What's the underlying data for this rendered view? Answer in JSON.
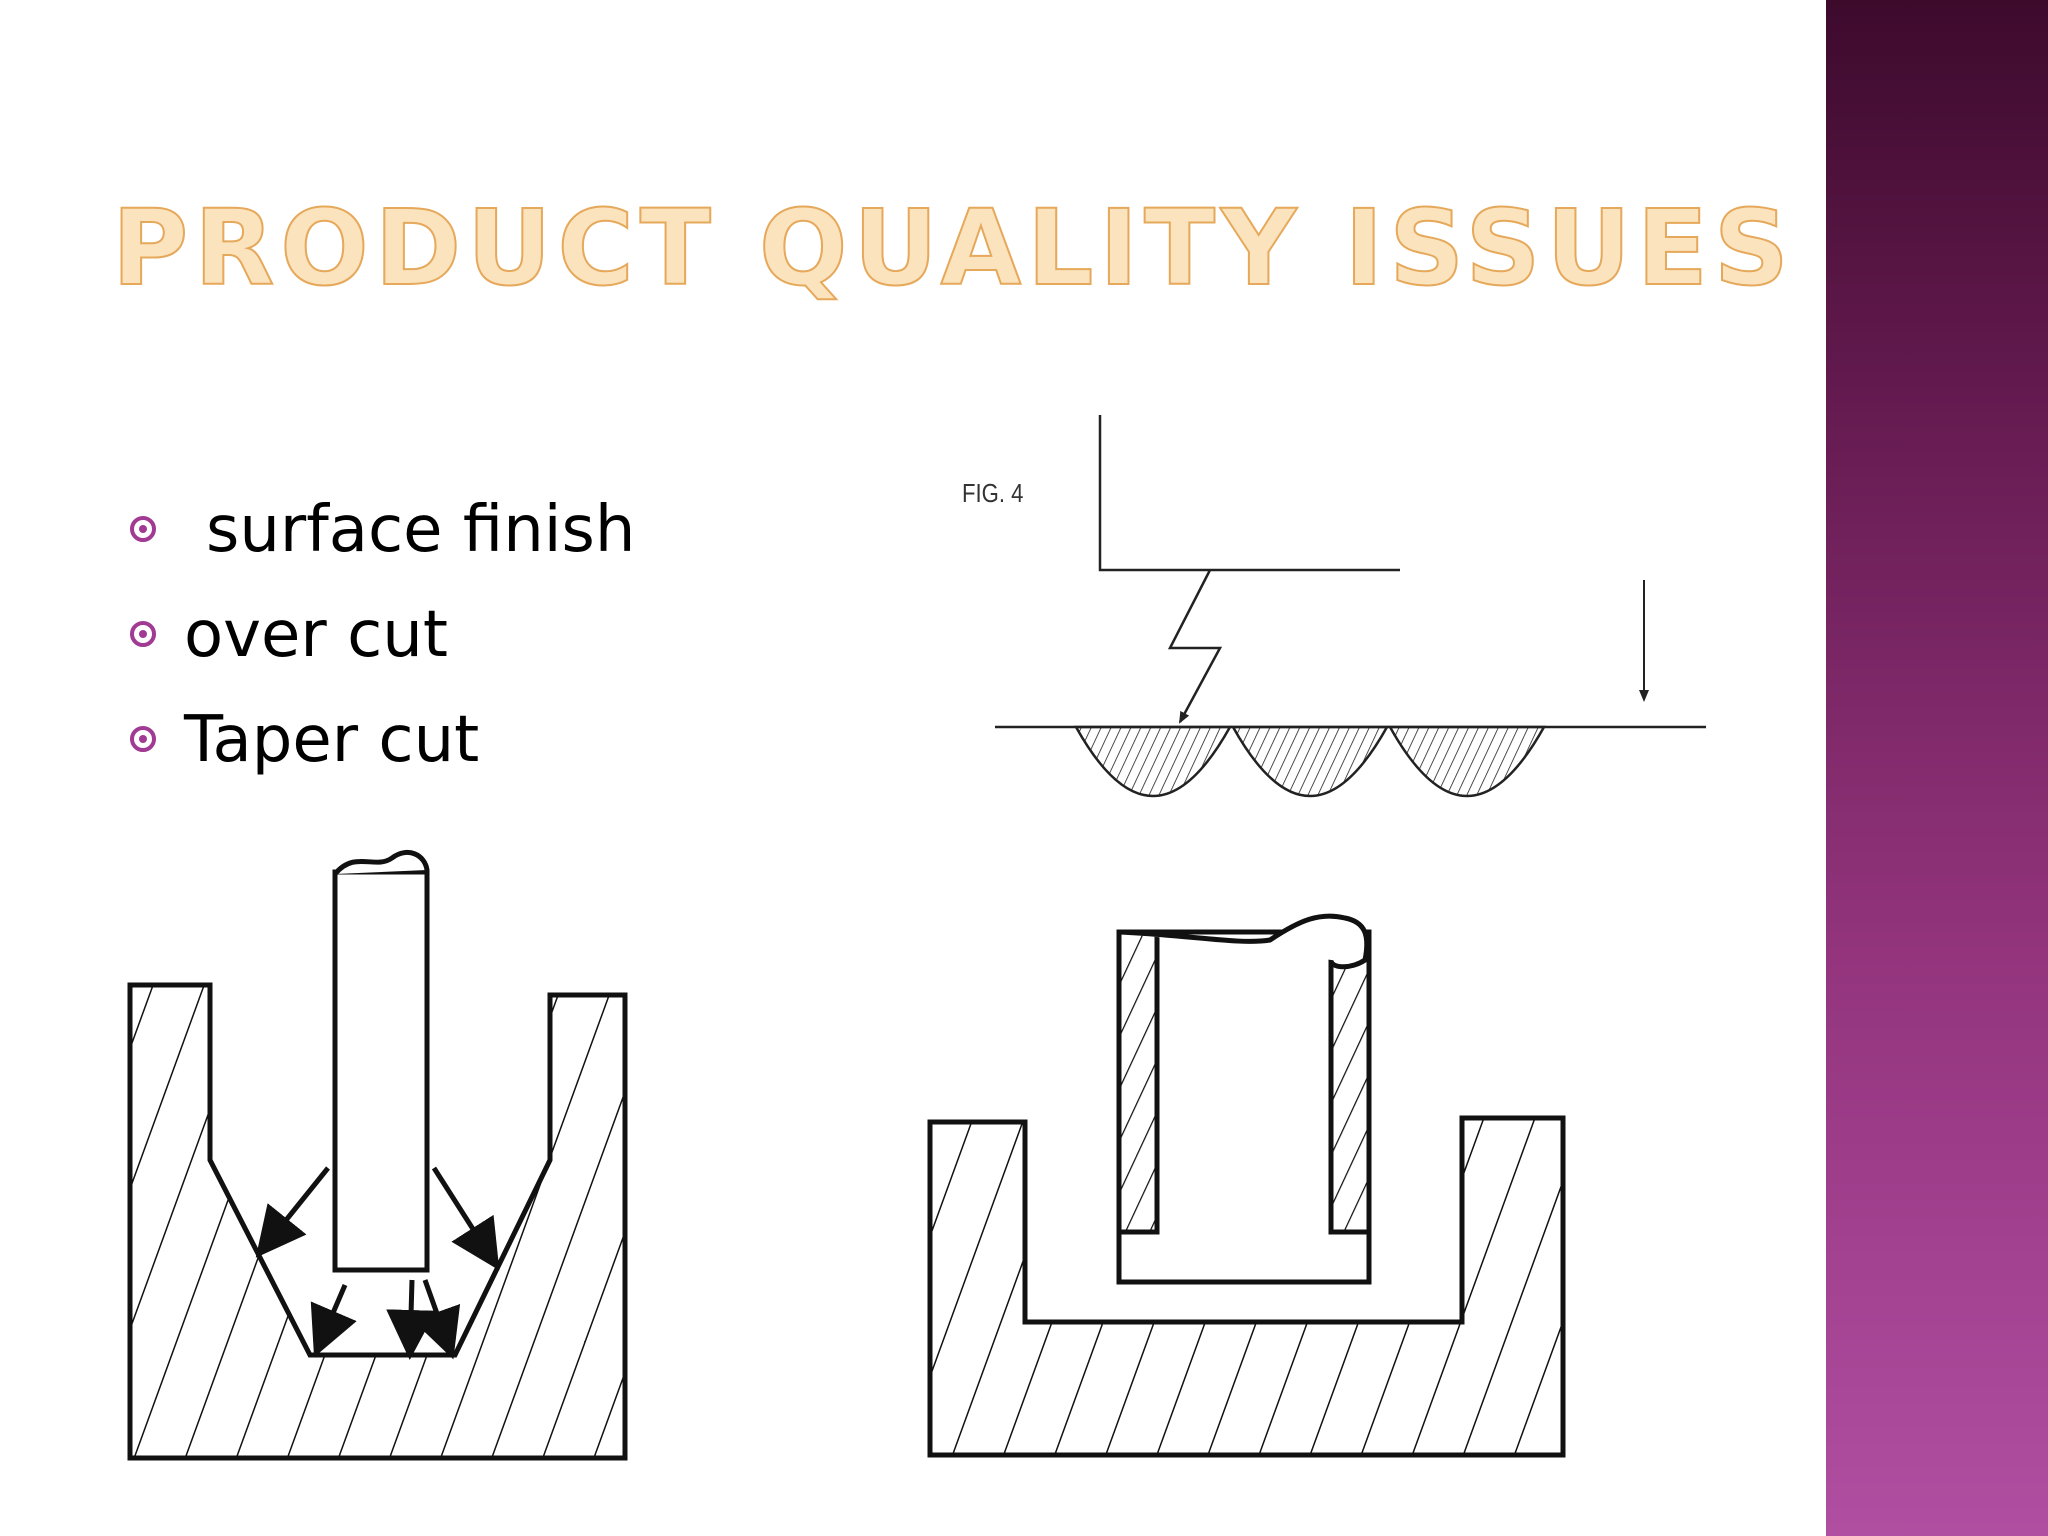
{
  "slide": {
    "title": "PRODUCT QUALITY ISSUES",
    "bullets": [
      "surface finish",
      "over cut",
      "Taper cut"
    ],
    "figure_label": "FIG. 4"
  },
  "colors": {
    "title_fill": "#fbe3bd",
    "title_outline": "#e6a85a",
    "bullet_accent": "#a13a93",
    "sidebar_top": "#3d0a2c",
    "sidebar_bottom": "#b04ea1"
  },
  "icons": {
    "bullet": "circled-dot-icon"
  }
}
